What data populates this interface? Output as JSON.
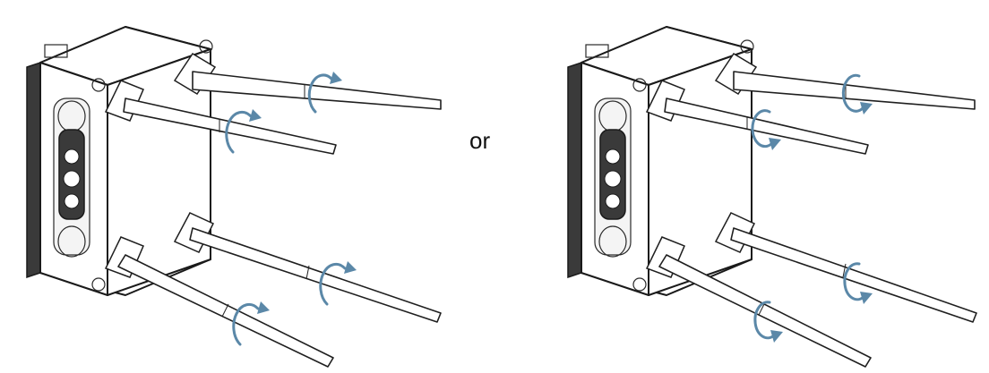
{
  "separator_text": "or",
  "colors": {
    "outline": "#1a1a1a",
    "rotation_arrow": "#5b88a8",
    "background": "#ffffff"
  },
  "figures": [
    {
      "id": "left",
      "antenna_count": 4,
      "rotation_arrow_direction": "clockwise"
    },
    {
      "id": "right",
      "antenna_count": 4,
      "rotation_arrow_direction": "counter-clockwise"
    }
  ],
  "icons": [
    "enclosure-icon",
    "antenna-icon",
    "rotation-arrow-icon"
  ]
}
